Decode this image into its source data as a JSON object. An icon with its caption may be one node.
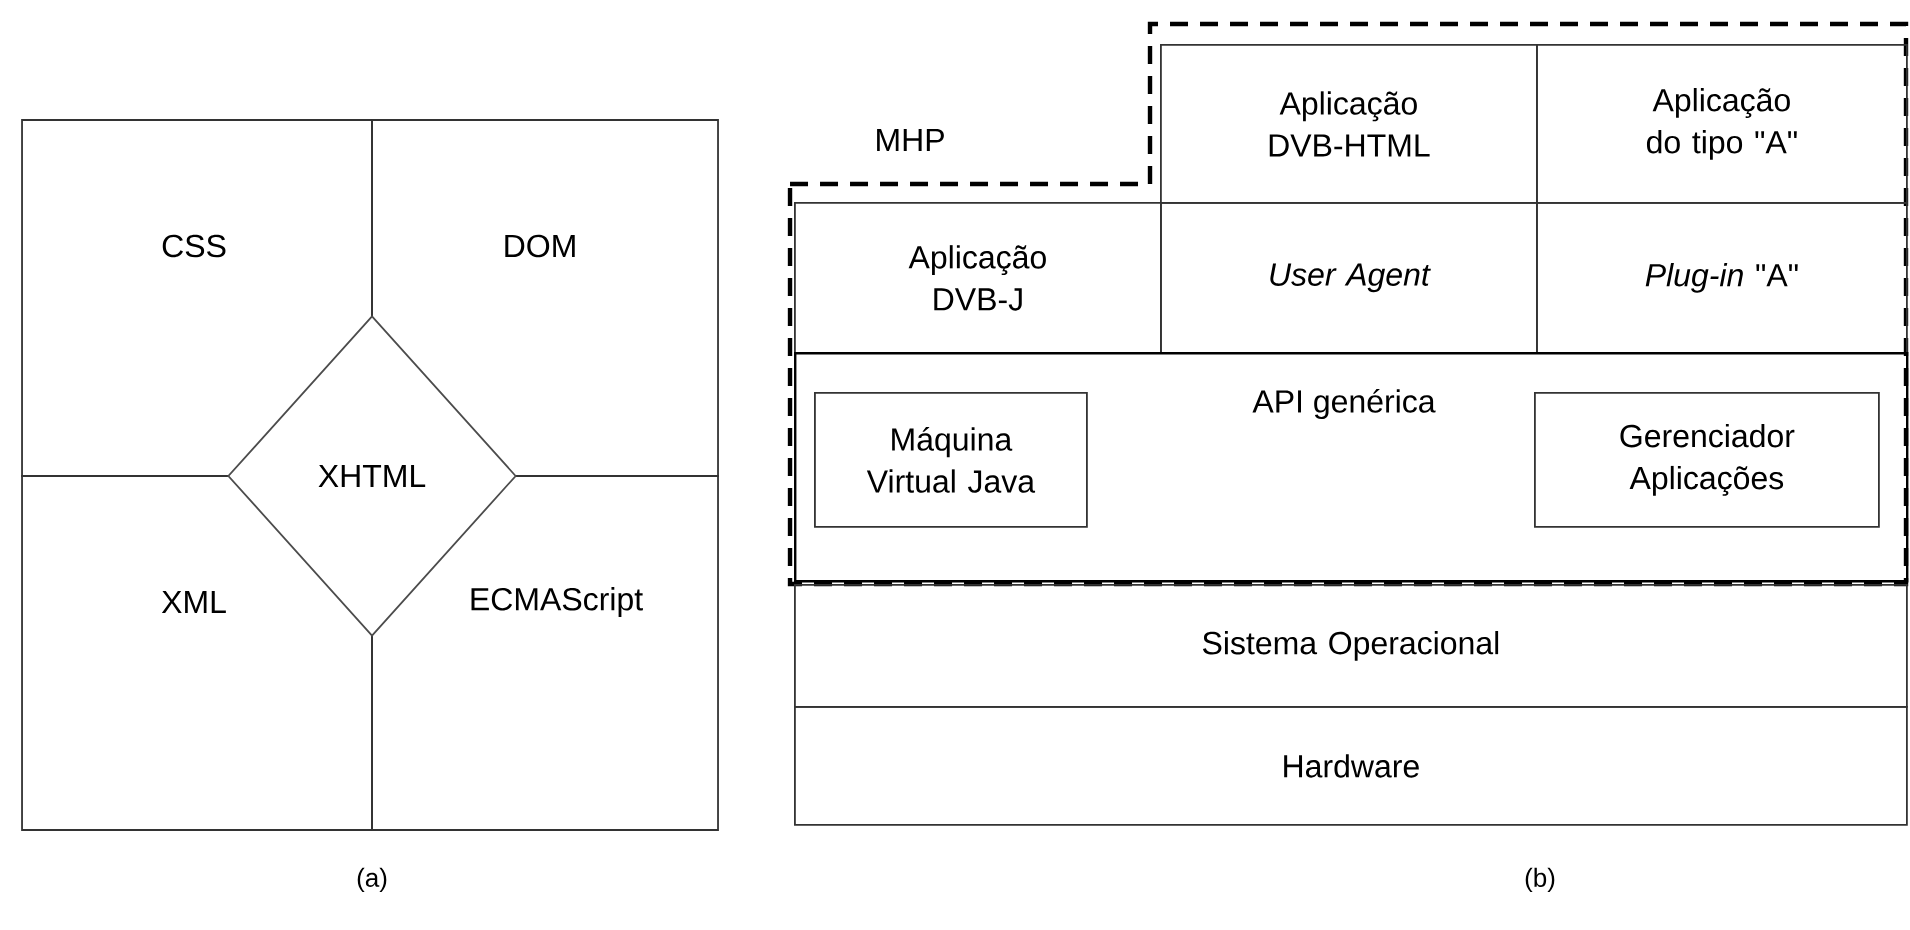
{
  "diagram": {
    "nodes": [
      {
        "text": [
          "CSS"
        ]
      },
      {
        "text": [
          "DOM"
        ]
      },
      {
        "text": [
          "XHTML"
        ]
      },
      {
        "text": [
          "XML"
        ]
      },
      {
        "text": [
          "ECMAScript"
        ]
      },
      {
        "text": [
          "MHP"
        ]
      },
      {
        "text": [
          "Aplicação DVB-HTML"
        ],
        "in": 5
      },
      {
        "text": [
          "Aplicação do tipo \"A\""
        ],
        "in": 5
      },
      {
        "text": [
          "Aplicação DVB-J"
        ],
        "in": 5
      },
      {
        "text": [
          "User Agent"
        ],
        "in": 5
      },
      {
        "text": [
          "*Plug-in* \"A\""
        ],
        "in": 5
      },
      {
        "text": [
          "API genérica"
        ],
        "in": 5
      },
      {
        "text": [
          "Máquina Virtual Java"
        ],
        "in": 11
      },
      {
        "text": [
          "Gerenciador Aplicações"
        ],
        "in": 11
      },
      {
        "text": [
          "Sistema Operacional"
        ]
      },
      {
        "text": [
          "Hardware"
        ]
      }
    ],
    "labels": [
      "(a)",
      "(b)"
    ]
  }
}
